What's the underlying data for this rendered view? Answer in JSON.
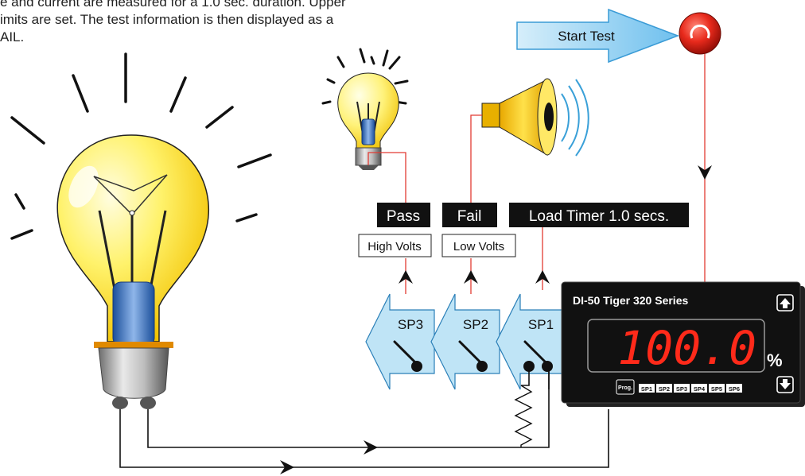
{
  "intro": {
    "line1": "e and current are measured for a 1.0 sec. duration. Upper",
    "line2": "imits are set. The test information is then displayed as a",
    "line3": "AIL."
  },
  "start_test": {
    "label": "Start Test",
    "button_color": "#e0261c"
  },
  "outputs": {
    "pass_label": "Pass",
    "fail_label": "Fail",
    "timer_label": "Load Timer 1.0 secs.",
    "high_volts_label": "High Volts",
    "low_volts_label": "Low Volts"
  },
  "setpoints": [
    "SP3",
    "SP2",
    "SP1"
  ],
  "meter": {
    "title": "DI-50 Tiger 320 Series",
    "reading": "100.0",
    "unit": "%",
    "prog_label": "Prog.",
    "sp_buttons": [
      "SP1",
      "SP2",
      "SP3",
      "SP4",
      "SP5",
      "SP6"
    ],
    "up_icon": "arrow-up-icon",
    "down_icon": "arrow-down-icon",
    "display_color": "#ff2a1a"
  },
  "colors": {
    "wire_red": "#e23b33",
    "wire_black": "#111111",
    "bulb_yellow": "#ffd81a",
    "speaker_yellow": "#f5c400",
    "relay_blue": "#bfe4f6",
    "arrow_blue": "#9fd6f5"
  }
}
